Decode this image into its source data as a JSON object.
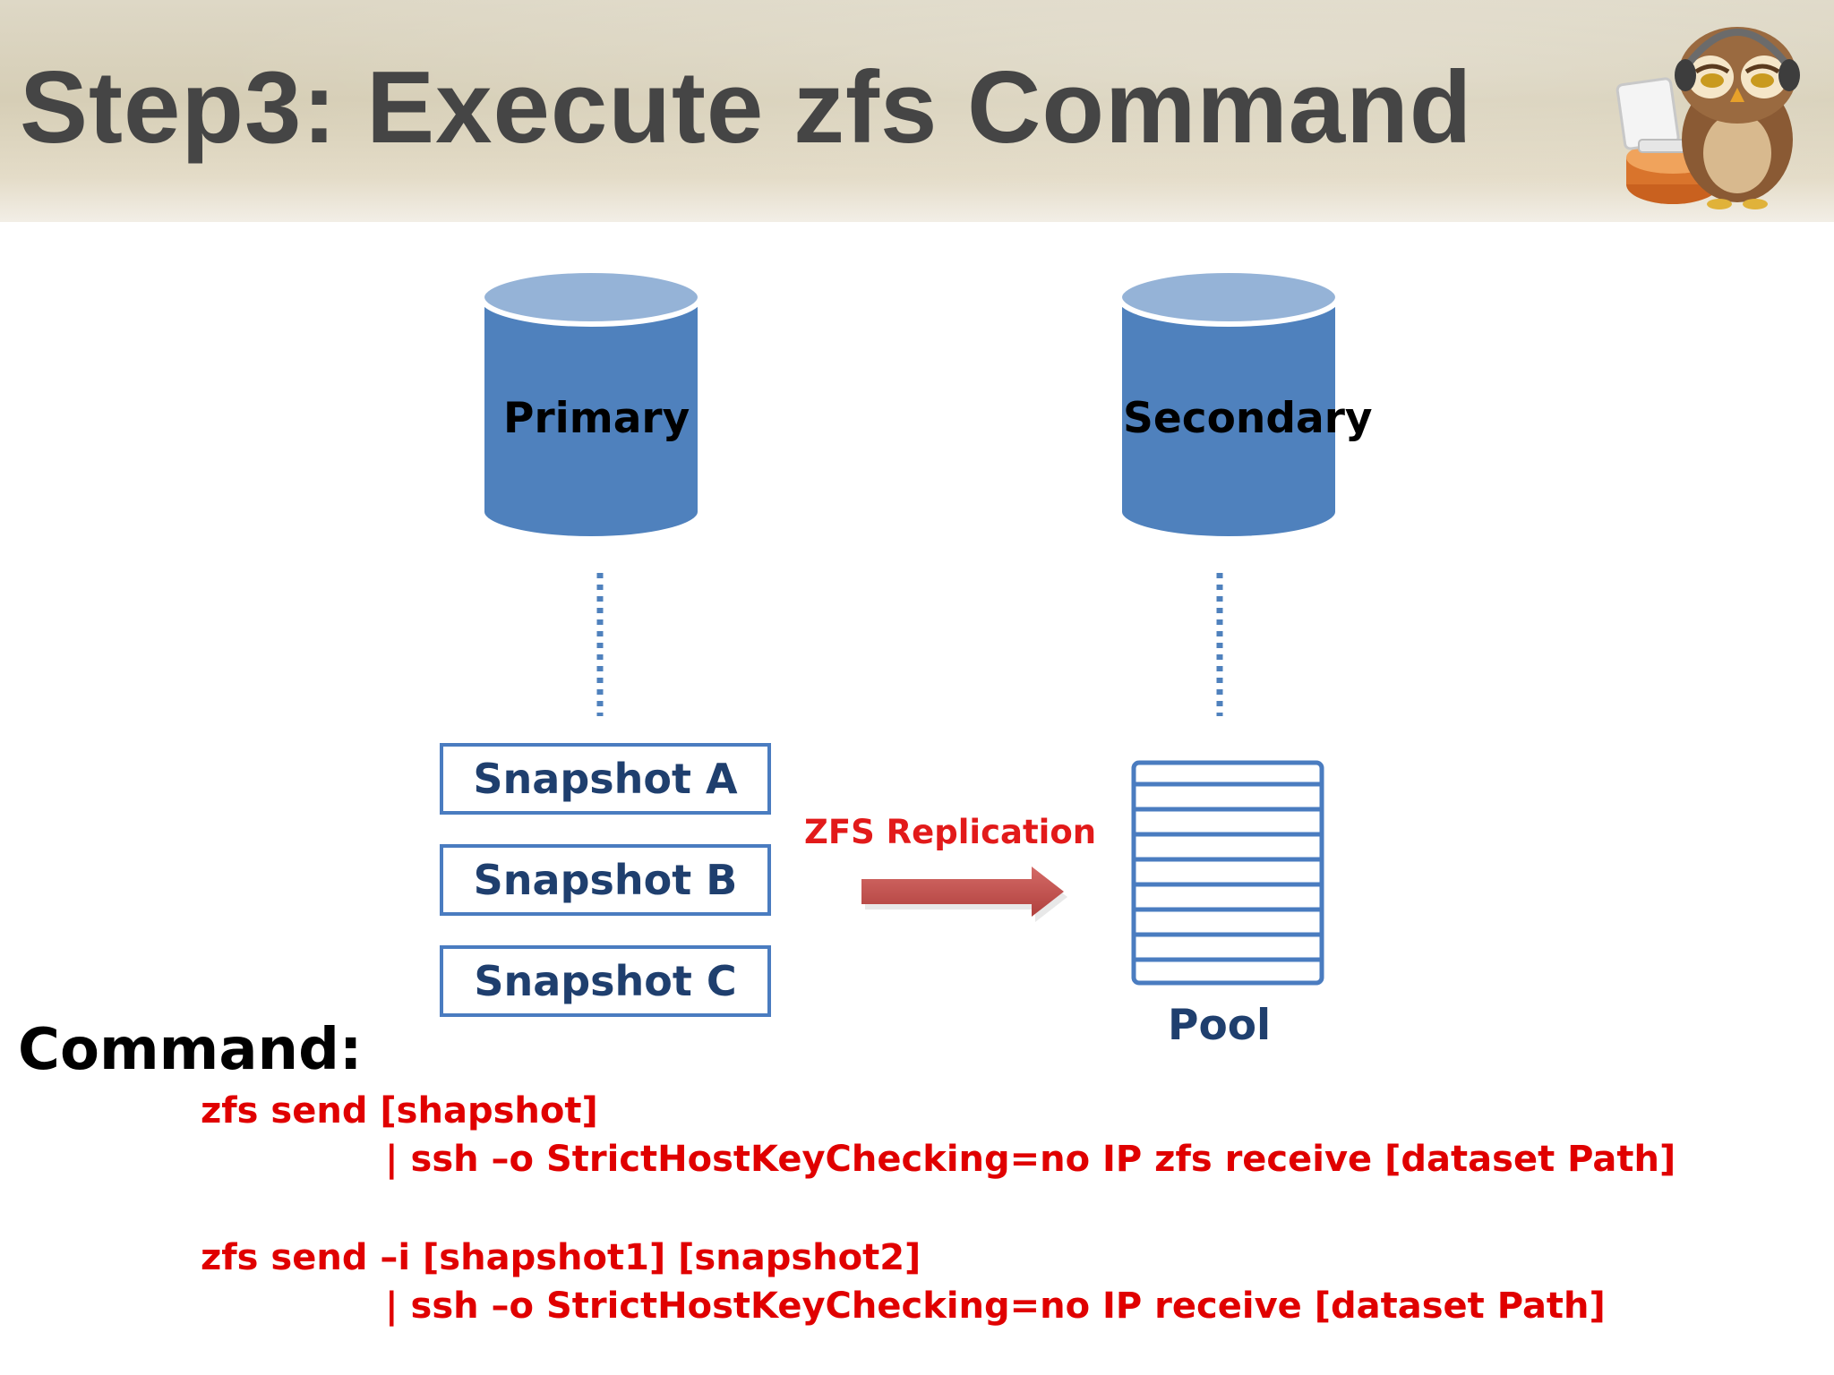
{
  "header": {
    "title": "Step3: Execute zfs Command",
    "mascot_icon": "owl-with-laptop-icon"
  },
  "diagram": {
    "primary_label": "Primary",
    "secondary_label": "Secondary",
    "snapshots": [
      "Snapshot A",
      "Snapshot B",
      "Snapshot C"
    ],
    "replication_label": "ZFS Replication",
    "pool_label": "Pool"
  },
  "command": {
    "heading": "Command:",
    "lines": [
      "zfs send [shapshot]",
      "| ssh –o StrictHostKeyChecking=no IP zfs receive [dataset Path]",
      "zfs send –i [shapshot1] [snapshot2]",
      "| ssh –o StrictHostKeyChecking=no IP receive [dataset Path]"
    ]
  },
  "colors": {
    "title": "#454545",
    "cylinder_fill": "#4f81bd",
    "cylinder_top": "#95b3d7",
    "box_border": "#4a7cc0",
    "box_text": "#1f3f6e",
    "command_text": "#e00000",
    "arrow": "#c0504d"
  }
}
